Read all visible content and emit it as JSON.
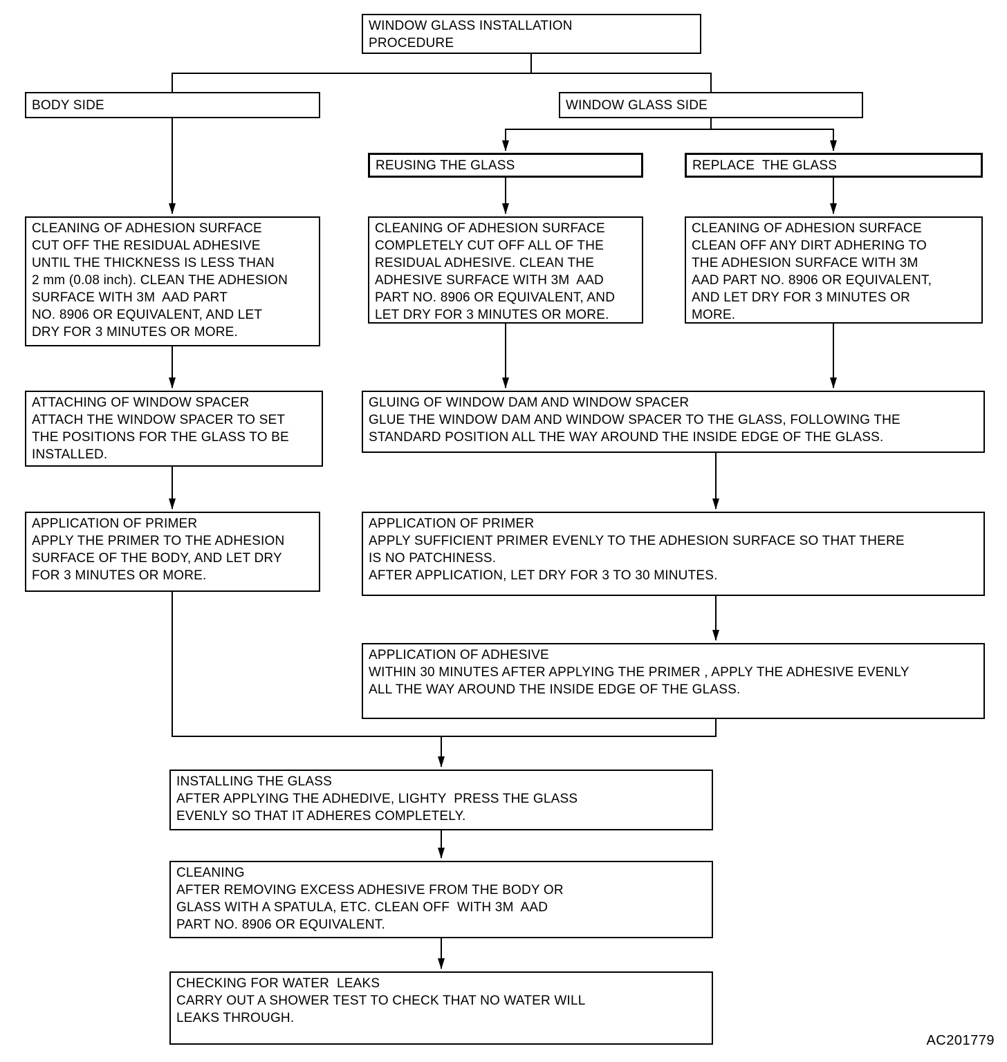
{
  "diagram": {
    "figure_code": "AC201779",
    "nodes": {
      "procedure": {
        "label": "WINDOW GLASS INSTALLATION\nPROCEDURE"
      },
      "body_side": {
        "label": "BODY SIDE"
      },
      "window_glass_side": {
        "label": "WINDOW GLASS SIDE"
      },
      "reusing": {
        "label": "REUSING THE GLASS"
      },
      "replace": {
        "label": "REPLACE  THE GLASS"
      },
      "body_cleaning": {
        "label": "CLEANING OF ADHESION SURFACE\nCUT OFF THE RESIDUAL ADHESIVE\nUNTIL THE THICKNESS IS LESS THAN\n2 mm (0.08 inch). CLEAN THE ADHESION\nSURFACE WITH 3M  AAD PART\nNO. 8906 OR EQUIVALENT, AND LET\nDRY FOR 3 MINUTES OR MORE."
      },
      "reuse_cleaning": {
        "label": "CLEANING OF ADHESION SURFACE\nCOMPLETELY CUT OFF ALL OF THE\nRESIDUAL ADHESIVE. CLEAN THE\nADHESIVE SURFACE WITH 3M  AAD\nPART NO. 8906 OR EQUIVALENT, AND\nLET DRY FOR 3 MINUTES OR MORE."
      },
      "replace_cleaning": {
        "label": "CLEANING OF ADHESION SURFACE\nCLEAN OFF ANY DIRT ADHERING TO\nTHE ADHESION SURFACE WITH 3M\nAAD PART NO. 8906 OR EQUIVALENT,\nAND LET DRY FOR 3 MINUTES OR\nMORE."
      },
      "attaching": {
        "label": "ATTACHING OF WINDOW SPACER\nATTACH THE WINDOW SPACER TO SET\nTHE POSITIONS FOR THE GLASS TO BE\nINSTALLED."
      },
      "gluing": {
        "label": "GLUING OF WINDOW DAM AND WINDOW SPACER\nGLUE THE WINDOW DAM AND WINDOW SPACER TO THE GLASS, FOLLOWING THE\nSTANDARD POSITION ALL THE WAY AROUND THE INSIDE EDGE OF THE GLASS."
      },
      "body_primer": {
        "label": "APPLICATION OF PRIMER\nAPPLY THE PRIMER TO THE ADHESION\nSURFACE OF THE BODY, AND LET DRY\nFOR 3 MINUTES OR MORE."
      },
      "glass_primer": {
        "label": "APPLICATION OF PRIMER\nAPPLY SUFFICIENT PRIMER EVENLY TO THE ADHESION SURFACE SO THAT THERE\nIS NO PATCHINESS.\nAFTER APPLICATION, LET DRY FOR 3 TO 30 MINUTES."
      },
      "adhesive": {
        "label": "APPLICATION OF ADHESIVE\nWITHIN 30 MINUTES AFTER APPLYING THE PRIMER , APPLY THE ADHESIVE EVENLY\nALL THE WAY AROUND THE INSIDE EDGE OF THE GLASS."
      },
      "installing": {
        "label": "INSTALLING THE GLASS\nAFTER APPLYING THE ADHEDIVE, LIGHTY  PRESS THE GLASS\nEVENLY SO THAT IT ADHERES COMPLETELY."
      },
      "cleaning": {
        "label": "CLEANING\nAFTER REMOVING EXCESS ADHESIVE FROM THE BODY OR\nGLASS WITH A SPATULA, ETC. CLEAN OFF  WITH 3M  AAD\nPART NO. 8906 OR EQUIVALENT."
      },
      "checking": {
        "label": "CHECKING FOR WATER  LEAKS\nCARRY OUT A SHOWER TEST TO CHECK THAT NO WATER WILL\nLEAKS THROUGH."
      }
    },
    "line_color": "#000000",
    "background_color": "#ffffff"
  }
}
